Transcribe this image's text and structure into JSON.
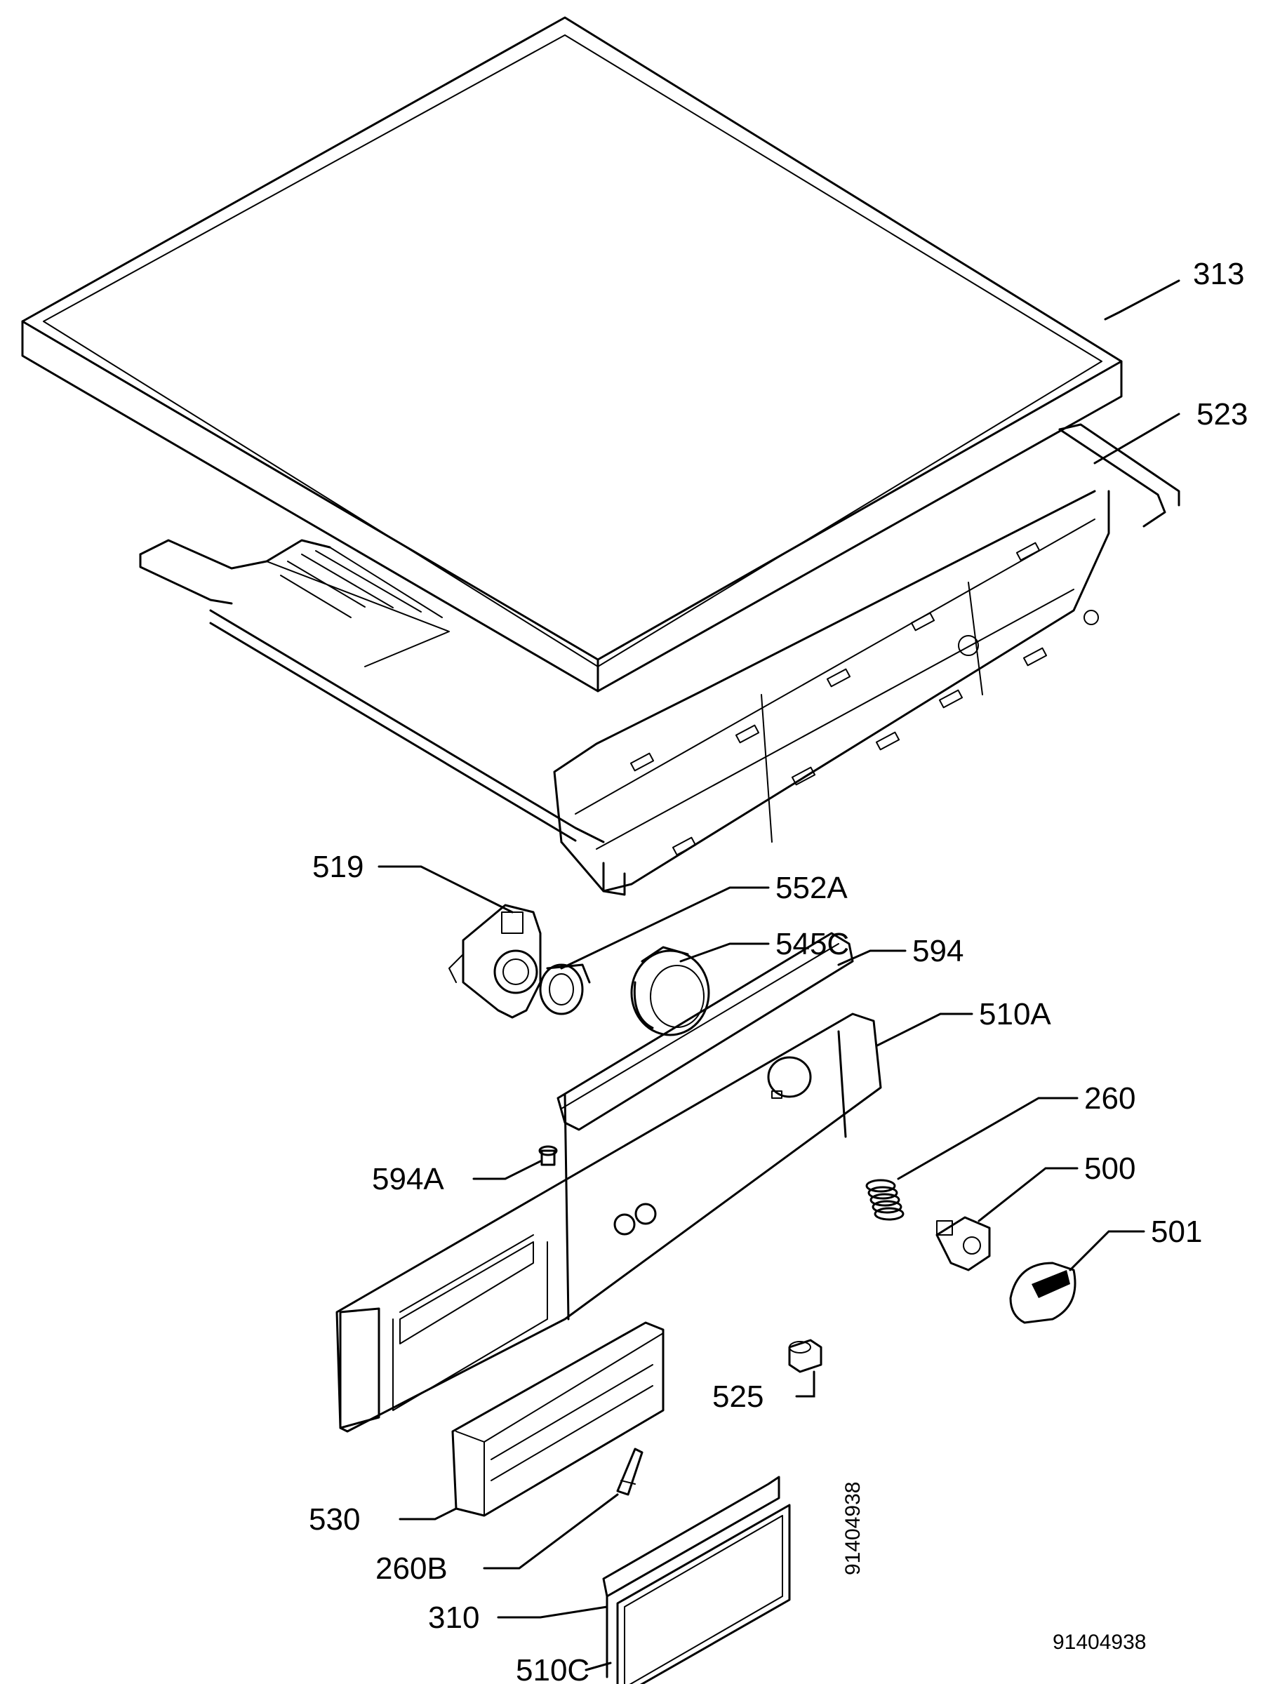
{
  "labels": {
    "p313": "313",
    "p523": "523",
    "p519": "519",
    "p552A": "552A",
    "p545C": "545C",
    "p594": "594",
    "p510A": "510A",
    "p260": "260",
    "p594A": "594A",
    "p500": "500",
    "p501": "501",
    "p525": "525",
    "p530": "530",
    "p260B": "260B",
    "p310": "310",
    "p510C": "510C"
  },
  "drawing_code": "91404938",
  "drawing_code_vertical": "91404938"
}
